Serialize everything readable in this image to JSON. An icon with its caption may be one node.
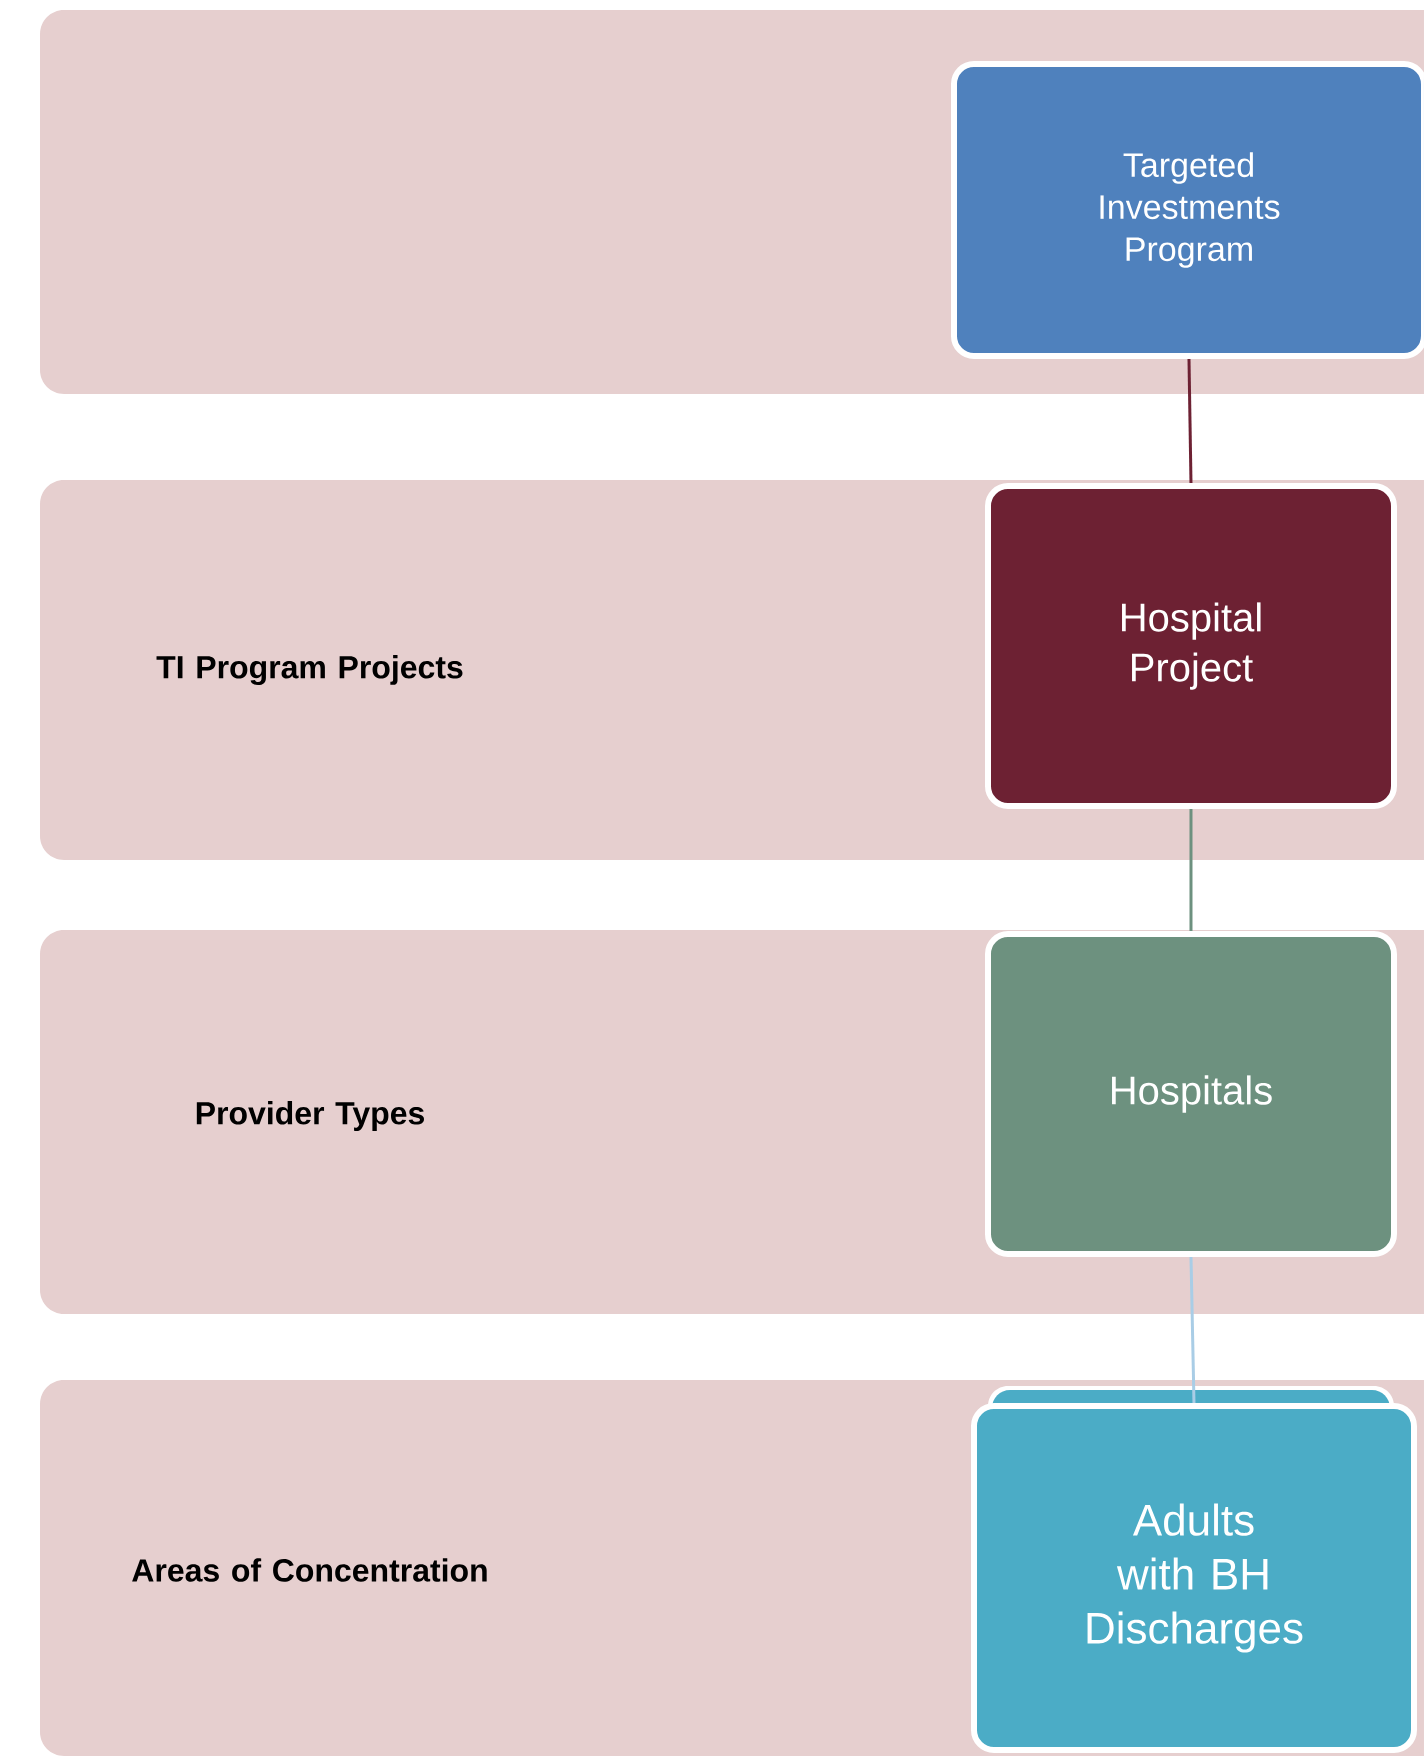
{
  "diagram": {
    "nodes": [
      {
        "text": [],
        "shape": "box"
      },
      {
        "text": [
          "Targeted Investments Program"
        ],
        "in": 0
      },
      {
        "text": [
          "TI Program Projects"
        ]
      },
      {
        "text": [
          "Hospital Project"
        ],
        "in": 2
      },
      {
        "text": [
          "Provider Types"
        ]
      },
      {
        "text": [
          "Hospitals"
        ],
        "in": 4
      },
      {
        "text": [
          "Areas of Concentration"
        ]
      },
      {
        "text": [
          "Adults with BH Discharges"
        ],
        "in": 6
      }
    ],
    "edges": [
      {
        "from": 1,
        "to": 3,
        "arrow": "none",
        "color": "#6d2133"
      },
      {
        "from": 3,
        "to": 5,
        "arrow": "none",
        "color": "#6d917f"
      },
      {
        "from": 5,
        "to": 7,
        "arrow": "none",
        "color": "#a9cde6"
      }
    ]
  }
}
